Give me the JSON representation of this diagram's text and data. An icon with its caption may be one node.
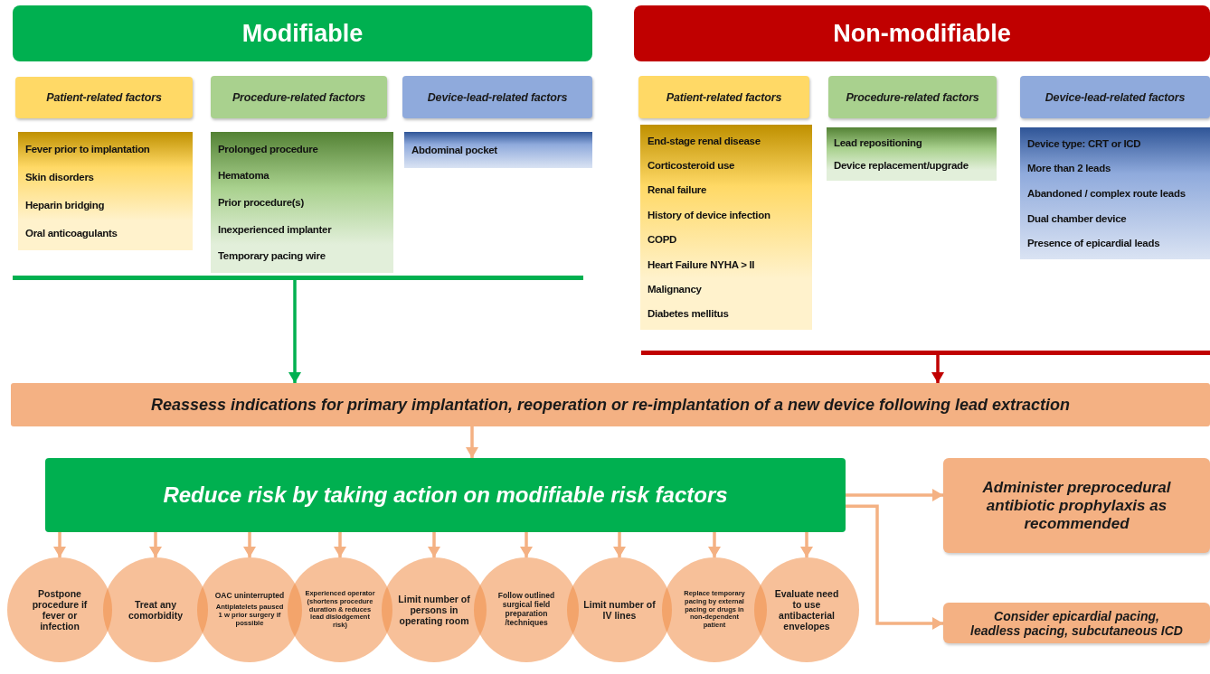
{
  "diagram": {
    "nodes": [
      {
        "text": [
          "Modifiable"
        ]
      },
      {
        "text": [
          "Non-modifiable"
        ]
      },
      {
        "text": [
          "Patient-related factors"
        ]
      },
      {
        "text": [
          "Procedure-related factors"
        ]
      },
      {
        "text": [
          "Device-lead-related factors"
        ]
      },
      {
        "text": [
          "Patient-related factors"
        ]
      },
      {
        "text": [
          "Procedure-related factors"
        ]
      },
      {
        "text": [
          "Device-lead-related factors"
        ]
      },
      {
        "text": [
          "Fever prior to implantation",
          "Skin disorders",
          "Heparin bridging",
          "Oral anticoagulants"
        ]
      },
      {
        "text": [
          "Prolonged procedure",
          "Hematoma",
          "Prior procedure(s)",
          "Inexperienced implanter",
          "Temporary pacing wire"
        ]
      },
      {
        "text": [
          "Abdominal pocket"
        ]
      },
      {
        "text": [
          "End-stage renal disease",
          "Corticosteroid use",
          "Renal failure",
          "History of device infection",
          "COPD",
          "Heart Failure NYHA > II",
          "Malignancy",
          "Diabetes mellitus"
        ]
      },
      {
        "text": [
          "Lead repositioning",
          "Device replacement/upgrade"
        ]
      },
      {
        "text": [
          "Device type: CRT or ICD",
          "More than 2 leads",
          "Abandoned / complex route leads",
          "Dual chamber device",
          "Presence of epicardial leads"
        ]
      },
      {
        "text": [],
        "shape": "bar"
      },
      {
        "text": [],
        "shape": "bar"
      },
      {
        "text": [
          "Reassess indications for primary implantation, reoperation or re-implantation of a new device following lead extraction"
        ]
      },
      {
        "text": [
          "Reduce risk by taking action on modifiable risk factors"
        ]
      },
      {
        "text": [
          "Postpone procedure if fever or infection"
        ]
      },
      {
        "text": [
          "Treat any comorbidity"
        ]
      },
      {
        "text": [
          "OAC uninterrupted",
          "Antiplatelets paused 1 w prior surgery if possible"
        ]
      },
      {
        "text": [
          "Experienced operator (shortens procedure duration & reduces lead dislodgement risk)"
        ]
      },
      {
        "text": [
          "Limit number of persons in operating room"
        ]
      },
      {
        "text": [
          "Follow outlined surgical field preparation /techniques"
        ]
      },
      {
        "text": [
          "Limit number of IV lines"
        ]
      },
      {
        "text": [
          "Replace temporary pacing by external pacing or drugs in non-dependent patient"
        ]
      },
      {
        "text": [
          "Evaluate need to use antibacterial envelopes"
        ]
      },
      {
        "text": [
          "Administer preprocedural antibiotic prophylaxis as recommended"
        ]
      },
      {
        "text": [
          "Consider epicardial pacing, leadless pacing, subcutaneous ICD"
        ]
      }
    ],
    "edges": [
      {
        "from": 14,
        "to": 16,
        "arrow": "to",
        "color": "#00b050"
      },
      {
        "from": 15,
        "to": 16,
        "arrow": "to",
        "color": "#c00000"
      },
      {
        "from": 16,
        "to": 17,
        "arrow": "to"
      },
      {
        "from": 17,
        "to": 18,
        "arrow": "to"
      },
      {
        "from": 17,
        "to": 19,
        "arrow": "to"
      },
      {
        "from": 17,
        "to": 20,
        "arrow": "to"
      },
      {
        "from": 17,
        "to": 21,
        "arrow": "to"
      },
      {
        "from": 17,
        "to": 22,
        "arrow": "to"
      },
      {
        "from": 17,
        "to": 23,
        "arrow": "to"
      },
      {
        "from": 17,
        "to": 24,
        "arrow": "to"
      },
      {
        "from": 17,
        "to": 25,
        "arrow": "to"
      },
      {
        "from": 17,
        "to": 26,
        "arrow": "to"
      },
      {
        "from": 17,
        "to": 27,
        "arrow": "to"
      },
      {
        "from": 17,
        "to": 28,
        "arrow": "to"
      }
    ]
  }
}
